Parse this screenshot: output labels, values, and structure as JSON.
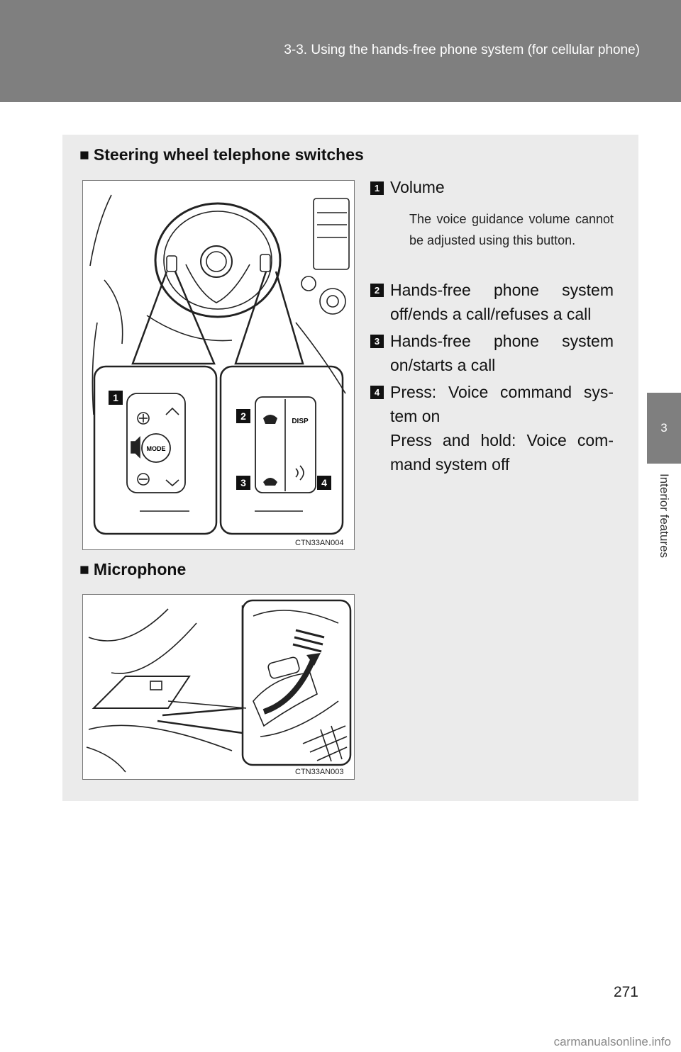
{
  "header": {
    "title": "3-3. Using the hands-free phone system (for cellular phone)"
  },
  "side": {
    "chapter_number": "3",
    "chapter_label": "Interior features"
  },
  "section1": {
    "symbol": "■",
    "title": "Steering wheel telephone switches",
    "figure_code": "CTN33AN004",
    "figure_labels": {
      "mode": "MODE",
      "disp": "DISP",
      "n1": "1",
      "n2": "2",
      "n3": "3",
      "n4": "4"
    },
    "items": [
      {
        "number": "1",
        "text": "Volume",
        "note": "The voice guidance volume cannot be adjusted using this button."
      },
      {
        "number": "2",
        "text": "Hands-free phone system off/ends a call/refuses a call"
      },
      {
        "number": "3",
        "text": "Hands-free phone system on/starts a call"
      },
      {
        "number": "4",
        "text": "Press: Voice command sys-tem on",
        "text2": "Press and hold: Voice com-mand system off"
      }
    ]
  },
  "section2": {
    "symbol": "■",
    "title": "Microphone",
    "figure_code": "CTN33AN003"
  },
  "page_number": "271",
  "watermark": "carmanualsonline.info"
}
